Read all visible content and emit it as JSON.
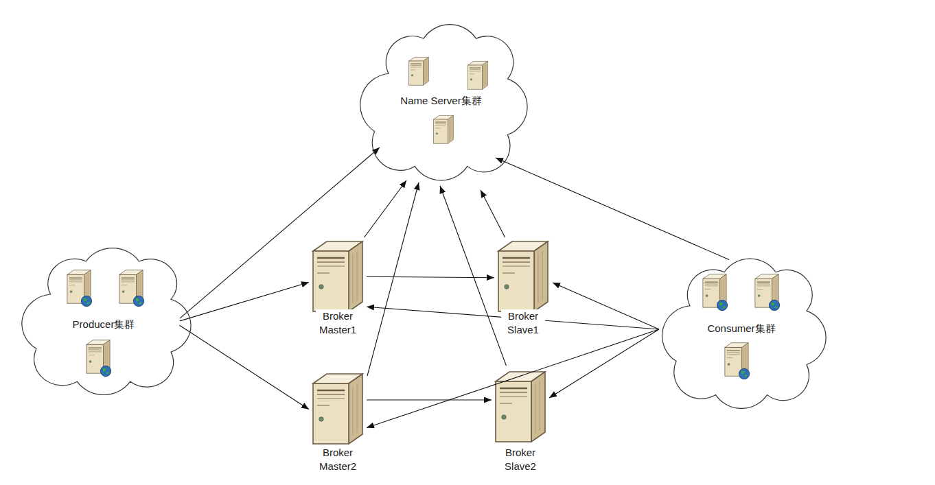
{
  "diagram": {
    "nodes": [
      {
        "text": [
          "Name Server集群"
        ]
      },
      {
        "text": [
          "Producer集群"
        ]
      },
      {
        "text": [
          "Broker Master1"
        ]
      },
      {
        "text": [
          "Broker Slave1"
        ]
      },
      {
        "text": [
          "Consumer集群"
        ]
      },
      {
        "text": [
          "Broker Master2"
        ]
      },
      {
        "text": [
          "Broker Slave2"
        ]
      }
    ],
    "edges": [
      {
        "from": 1,
        "to": 0,
        "arrow": "to"
      },
      {
        "from": 2,
        "to": 0,
        "arrow": "to"
      },
      {
        "from": 5,
        "to": 0,
        "arrow": "to"
      },
      {
        "from": 3,
        "to": 0,
        "arrow": "to"
      },
      {
        "from": 6,
        "to": 0,
        "arrow": "to"
      },
      {
        "from": 4,
        "to": 0,
        "arrow": "to"
      },
      {
        "from": 1,
        "to": 2,
        "arrow": "to"
      },
      {
        "from": 1,
        "to": 5,
        "arrow": "to"
      },
      {
        "from": 2,
        "to": 3,
        "arrow": "to"
      },
      {
        "from": 5,
        "to": 6,
        "arrow": "to"
      },
      {
        "from": 4,
        "to": 3,
        "arrow": "to"
      },
      {
        "from": 4,
        "to": 2,
        "arrow": "to"
      },
      {
        "from": 4,
        "to": 5,
        "arrow": "to"
      },
      {
        "from": 4,
        "to": 6,
        "arrow": "to"
      }
    ]
  }
}
